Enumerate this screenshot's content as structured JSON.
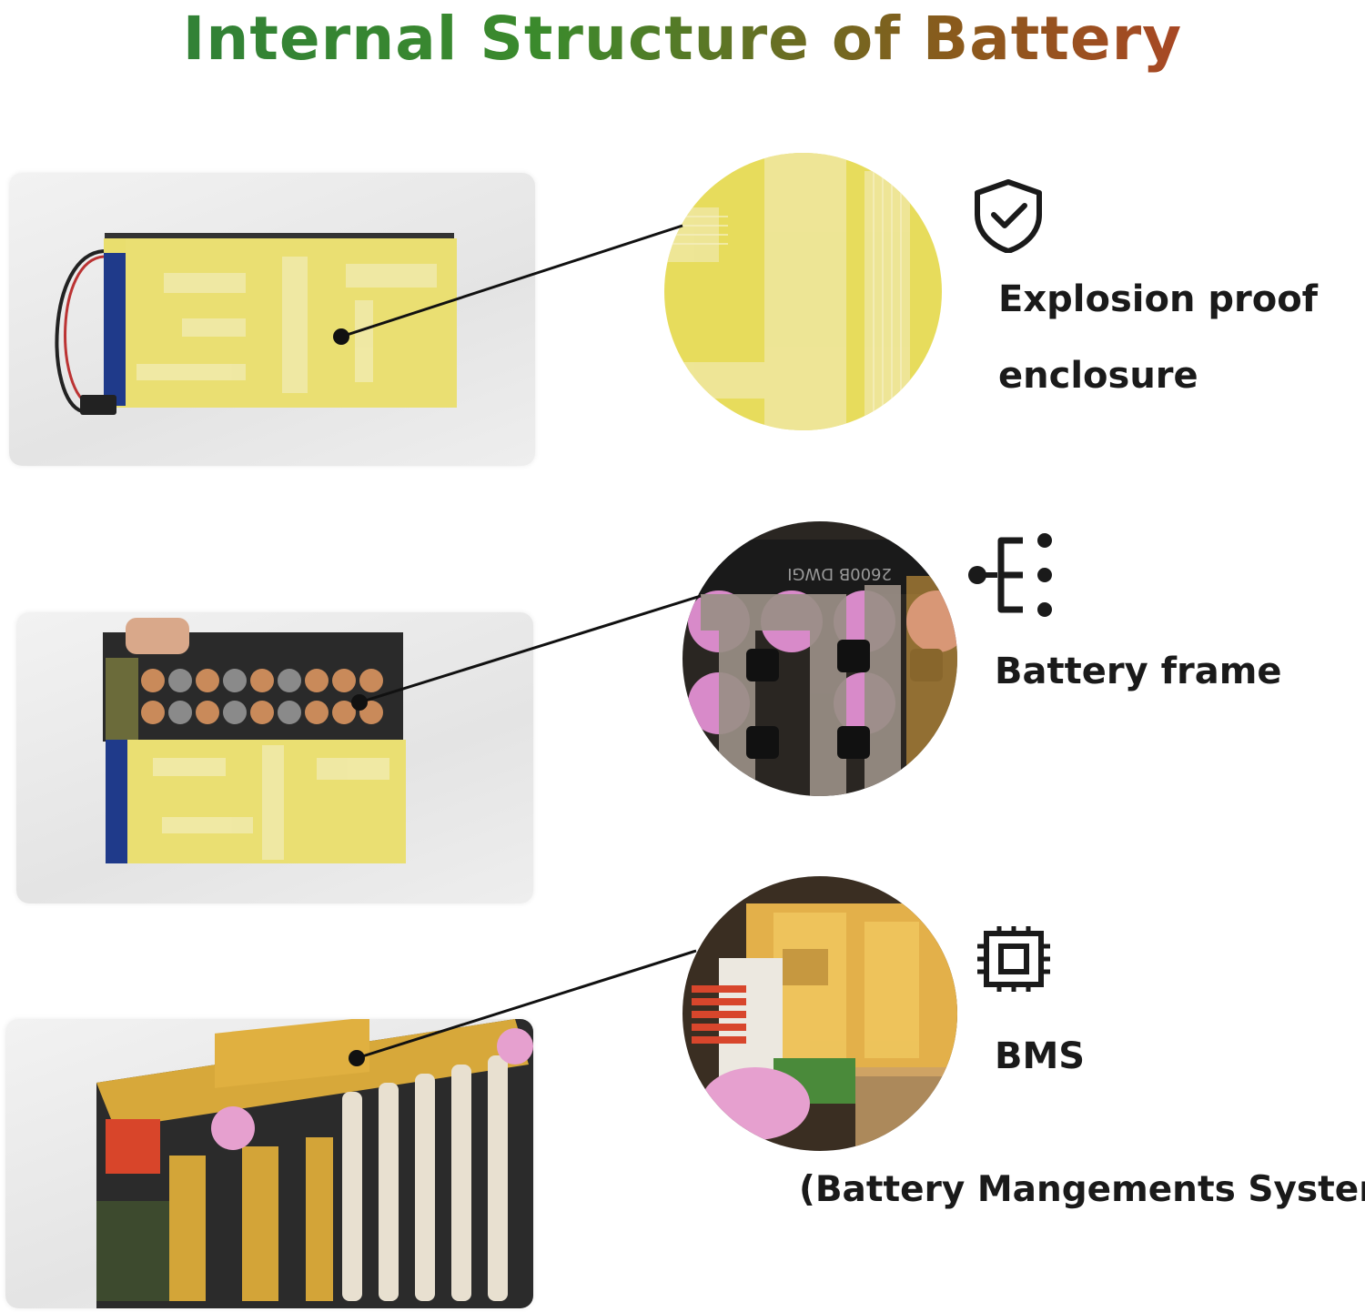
{
  "title": "Internal Structure of Battery",
  "features": [
    {
      "icon": "shield-check-icon",
      "label_line1": "Explosion proof",
      "label_line2": "enclosure"
    },
    {
      "icon": "battery-frame-icon",
      "label": "Battery frame"
    },
    {
      "icon": "chip-icon",
      "label": "BMS",
      "sublabel": "(Battery Mangements System)"
    }
  ],
  "colors": {
    "title_start": "#2d7d3c",
    "title_end": "#c0392b",
    "tape_yellow": "#e8dc6a",
    "cell_pink": "#d889c9",
    "kapton_orange": "#e0a32a"
  }
}
